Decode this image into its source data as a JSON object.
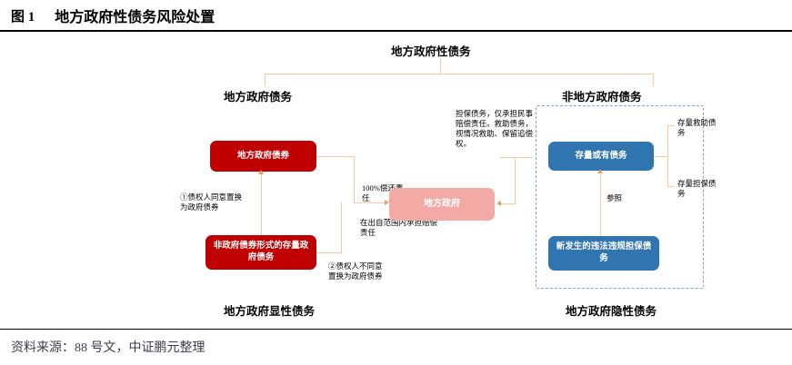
{
  "header": {
    "figure_label": "图 1",
    "title": "地方政府性债务风险处置"
  },
  "source": "资料来源：88 号文，中证鹏元整理",
  "diagram": {
    "type": "tree-flow",
    "root": "地方政府性债务",
    "branch_left": "地方政府债务",
    "branch_right": "非地方政府债务",
    "nodes": {
      "local_gov_bond": "地方政府债券",
      "non_bond_stock_debt": "非政府债券形式的存量政府债务",
      "local_government": "地方政府",
      "stock_contingent_debt": "存量或有债务",
      "new_illegal_guarantee_debt": "新发生的违法违规担保债务"
    },
    "annotations": {
      "option_one": "①债权人同意置换为政府债券",
      "option_two": "②债权人不同意置换为政府债券",
      "full_repayment": "100%偿还责任",
      "limited_liability": "在出自范围内承担赔偿责任",
      "guarantee_note": "担保债务，仅承担民事赔偿责任。救助债务，视情况救助、保留追偿权。",
      "reference": "参照"
    },
    "right_labels": {
      "stock_rescue_debt": "存量救助债务",
      "stock_guarantee_debt": "存量担保债务"
    },
    "footer_labels": {
      "explicit": "地方政府显性债务",
      "implicit": "地方政府隐性债务"
    },
    "colors": {
      "red_box": "#c00000",
      "pink_box": "#f4aaa4",
      "blue_box": "#3075b0",
      "connector": "#f3c9a8",
      "dashed_border": "#7da7d9"
    }
  }
}
